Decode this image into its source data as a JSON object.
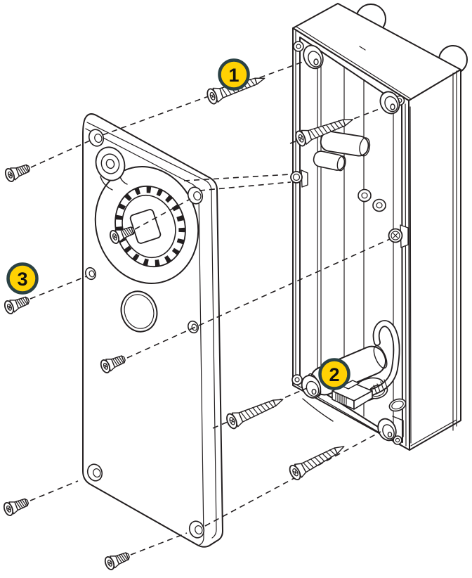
{
  "diagram": {
    "callouts": {
      "c1": {
        "label": "1"
      },
      "c2": {
        "label": "2"
      },
      "c3": {
        "label": "3"
      }
    },
    "colors": {
      "line": "#231f20",
      "background": "#ffffff",
      "callout_fill": "#ffd103",
      "callout_border": "#2b4245",
      "callout_text": "#111111"
    }
  }
}
